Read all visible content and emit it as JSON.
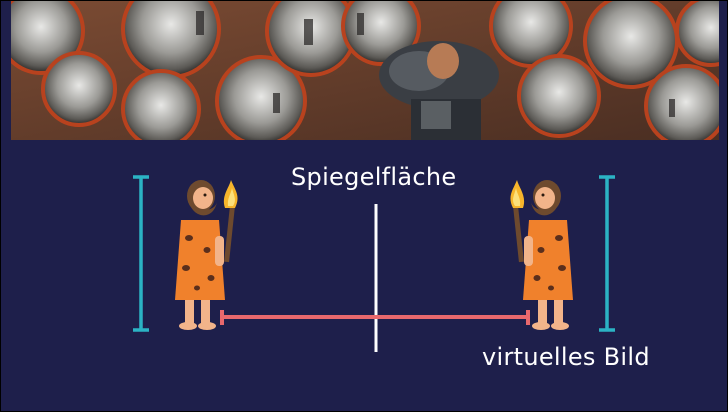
{
  "photo": {
    "subject": "person standing among convex mirrors in a subway station"
  },
  "diagram": {
    "mirror_label": "Spiegelfläche",
    "virtual_image_label": "virtuelles Bild",
    "colors": {
      "background": "#1e1f4b",
      "mirror_line": "#ffffff",
      "distance_line": "#e8686d",
      "height_bracket": "#2bb3c4",
      "skin": "#f2b48a",
      "hair": "#6e4a2e",
      "tunic": "#f0812c",
      "spots": "#5b2f1c",
      "flame": "#f7b52b"
    },
    "icons": {
      "person": "caveman-with-torch-icon",
      "mirror_image": "caveman-mirror-image-icon"
    }
  }
}
